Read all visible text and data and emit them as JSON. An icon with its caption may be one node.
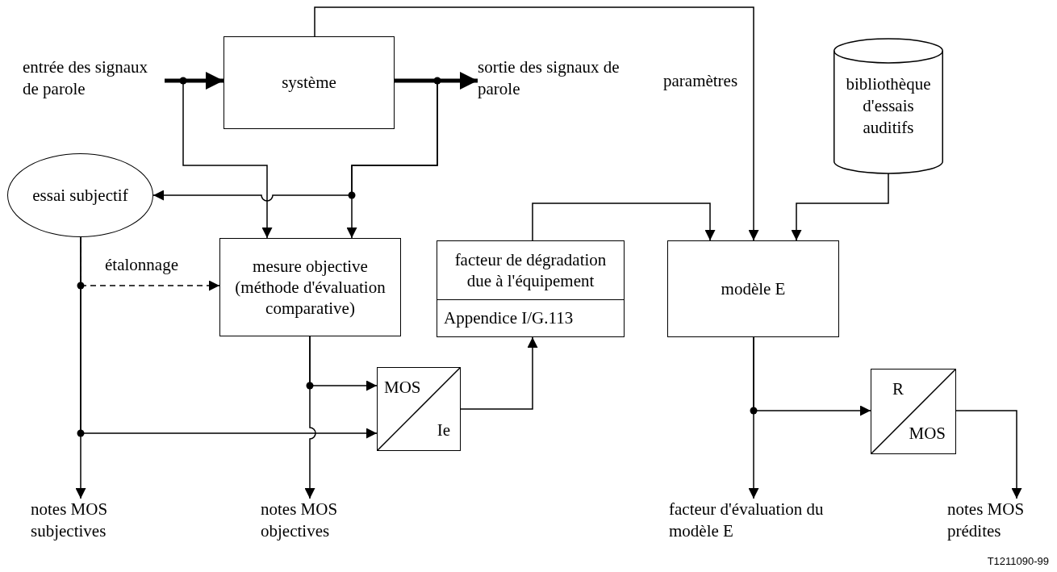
{
  "diagram": {
    "nodes": [
      {
        "text": [
          "entrée des signaux de parole"
        ]
      },
      {
        "text": [
          "système"
        ]
      },
      {
        "text": [
          "sortie des signaux de parole"
        ]
      },
      {
        "text": [
          "bibliothèque d'essais auditifs"
        ]
      },
      {
        "text": [
          "essai subjectif"
        ]
      },
      {
        "text": [
          "mesure objective (méthode d'évaluation comparative)"
        ]
      },
      {
        "text": [
          "facteur de dégradation due à l'équipement",
          "Appendice I/G.113"
        ]
      },
      {
        "text": [
          "modèle E"
        ]
      },
      {
        "text": [
          "MOS",
          "Ie"
        ]
      },
      {
        "text": [
          "R",
          "MOS"
        ]
      },
      {
        "text": [
          "notes MOS subjectives"
        ]
      },
      {
        "text": [
          "notes MOS objectives"
        ]
      },
      {
        "text": [
          "facteur d'évaluation du modèle E"
        ]
      },
      {
        "text": [
          "notes MOS prédites"
        ]
      }
    ],
    "edges": [
      {
        "from": 0,
        "to": 1,
        "arrow": "to",
        "style": "thick"
      },
      {
        "from": 1,
        "to": 2,
        "arrow": "to",
        "style": "thick"
      },
      {
        "from": 0,
        "to": 5,
        "arrow": "to"
      },
      {
        "from": 1,
        "to": 5,
        "arrow": "to"
      },
      {
        "from": 1,
        "to": 4,
        "arrow": "to"
      },
      {
        "from": 4,
        "to": 10,
        "arrow": "to"
      },
      {
        "from": 4,
        "to": 5,
        "arrow": "to",
        "style": "dashed",
        "label": "étalonnage"
      },
      {
        "from": 4,
        "to": 8,
        "arrow": "to"
      },
      {
        "from": 5,
        "to": 11,
        "arrow": "to"
      },
      {
        "from": 5,
        "to": 8,
        "arrow": "to"
      },
      {
        "from": 8,
        "to": 6,
        "arrow": "to"
      },
      {
        "from": 6,
        "to": 7,
        "arrow": "to"
      },
      {
        "from": 1,
        "to": 7,
        "arrow": "to",
        "label": "paramètres"
      },
      {
        "from": 3,
        "to": 7,
        "arrow": "to"
      },
      {
        "from": 7,
        "to": 12,
        "arrow": "to"
      },
      {
        "from": 7,
        "to": 9,
        "arrow": "to"
      },
      {
        "from": 9,
        "to": 13,
        "arrow": "to"
      }
    ],
    "labels": [
      "T1211090-99"
    ]
  }
}
